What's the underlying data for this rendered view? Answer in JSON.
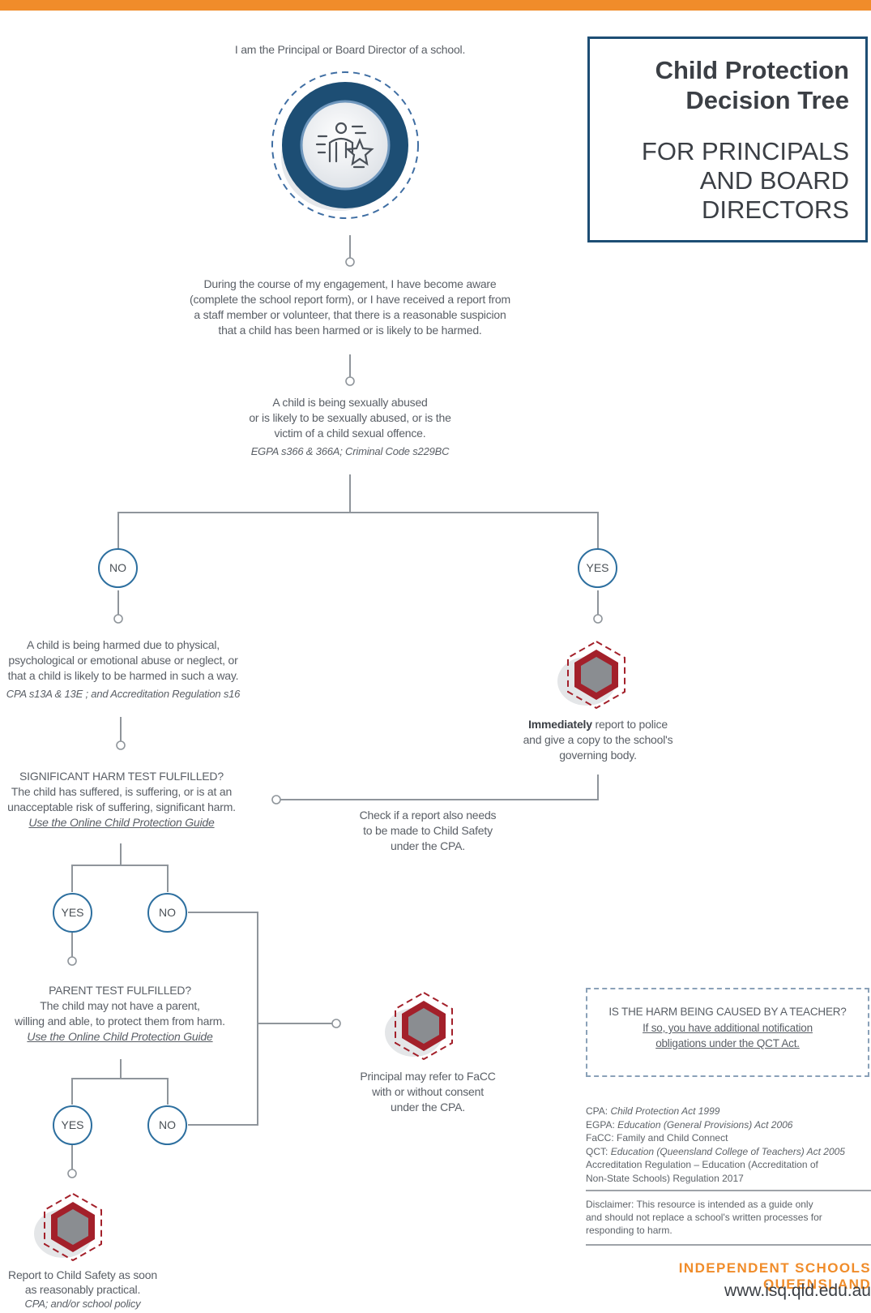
{
  "header": {
    "title_line1": "Child Protection",
    "title_line2": "Decision Tree",
    "subtitle_line1": "FOR PRINCIPALS",
    "subtitle_line2": "AND BOARD",
    "subtitle_line3": "DIRECTORS"
  },
  "flow": {
    "start": "I am the Principal or Board Director of a school.",
    "awareness": [
      "During the course of my engagement, I have become aware",
      "(complete the school report form), or I have received a report from",
      "a staff member or volunteer, that there is a reasonable suspicion",
      "that a child has been harmed or is likely to be harmed."
    ],
    "sexual_abuse": [
      "A child is being sexually abused",
      "or is likely to be sexually abused, or is the",
      "victim of a child sexual offence."
    ],
    "sexual_abuse_ref": "EGPA s366 & 366A; Criminal Code s229BC",
    "no_label": "NO",
    "yes_label": "YES",
    "harm": [
      "A child is being harmed due to physical,",
      "psychological or emotional abuse or neglect, or",
      "that a child is likely to be harmed in such a way."
    ],
    "harm_ref": "CPA s13A & 13E ; and Accreditation Regulation s16",
    "immediately_bold": "Immediately",
    "immediately_rest": " report to police",
    "police_rest": [
      "and give a copy to the school's",
      "governing body."
    ],
    "significant_title": "SIGNIFICANT HARM TEST FULFILLED?",
    "significant": [
      "The child has suffered, is suffering, or is at an",
      "unacceptable risk of suffering, significant harm."
    ],
    "guide_link": "Use the Online Child Protection Guide",
    "check_report": [
      "Check if a report also needs",
      "to be made to Child Safety",
      "under the CPA."
    ],
    "parent_title": "PARENT TEST FULFILLED?",
    "parent": [
      "The child may not have a parent,",
      "willing and able, to protect them from harm."
    ],
    "facc": [
      "Principal may refer to FaCC",
      "with or without consent",
      "under the CPA."
    ],
    "child_safety": [
      "Report to Child Safety as soon",
      "as reasonably practical."
    ],
    "child_safety_ref": "CPA; and/or school policy"
  },
  "teacher_box": {
    "question": "IS THE HARM BEING CAUSED BY A TEACHER?",
    "link_line1": "If so, you have additional notification",
    "link_line2": "obligations under the QCT Act."
  },
  "legend": [
    {
      "abbr": "CPA:",
      "text": "Child Protection Act 1999",
      "italic": true
    },
    {
      "abbr": "EGPA:",
      "text": "Education (General Provisions) Act 2006",
      "italic": true
    },
    {
      "abbr": "FaCC:",
      "text": "Family and Child Connect",
      "italic": false
    },
    {
      "abbr": "QCT:",
      "text": "Education (Queensland College of Teachers) Act 2005",
      "italic": true
    },
    {
      "abbr": "",
      "text": "Accreditation Regulation – Education (Accreditation of",
      "italic": false
    },
    {
      "abbr": "",
      "text": "Non-State Schools) Regulation 2017",
      "italic": false
    }
  ],
  "disclaimer": [
    "Disclaimer: This resource is intended as a guide only",
    "and should not replace a school's written processes for",
    "responding to harm."
  ],
  "footer": {
    "org": "INDEPENDENT SCHOOLS QUEENSLAND",
    "url": "www.isq.qld.edu.au"
  },
  "icons": {
    "principal": "principal-with-star-icon",
    "alert": "red-hexagon-alert-icon"
  },
  "colors": {
    "accent_orange": "#f08c2a",
    "navy": "#1d4e74",
    "circle_blue": "#2d6f9f",
    "hex_red": "#a3202a",
    "hex_grey": "#8a8d91"
  }
}
